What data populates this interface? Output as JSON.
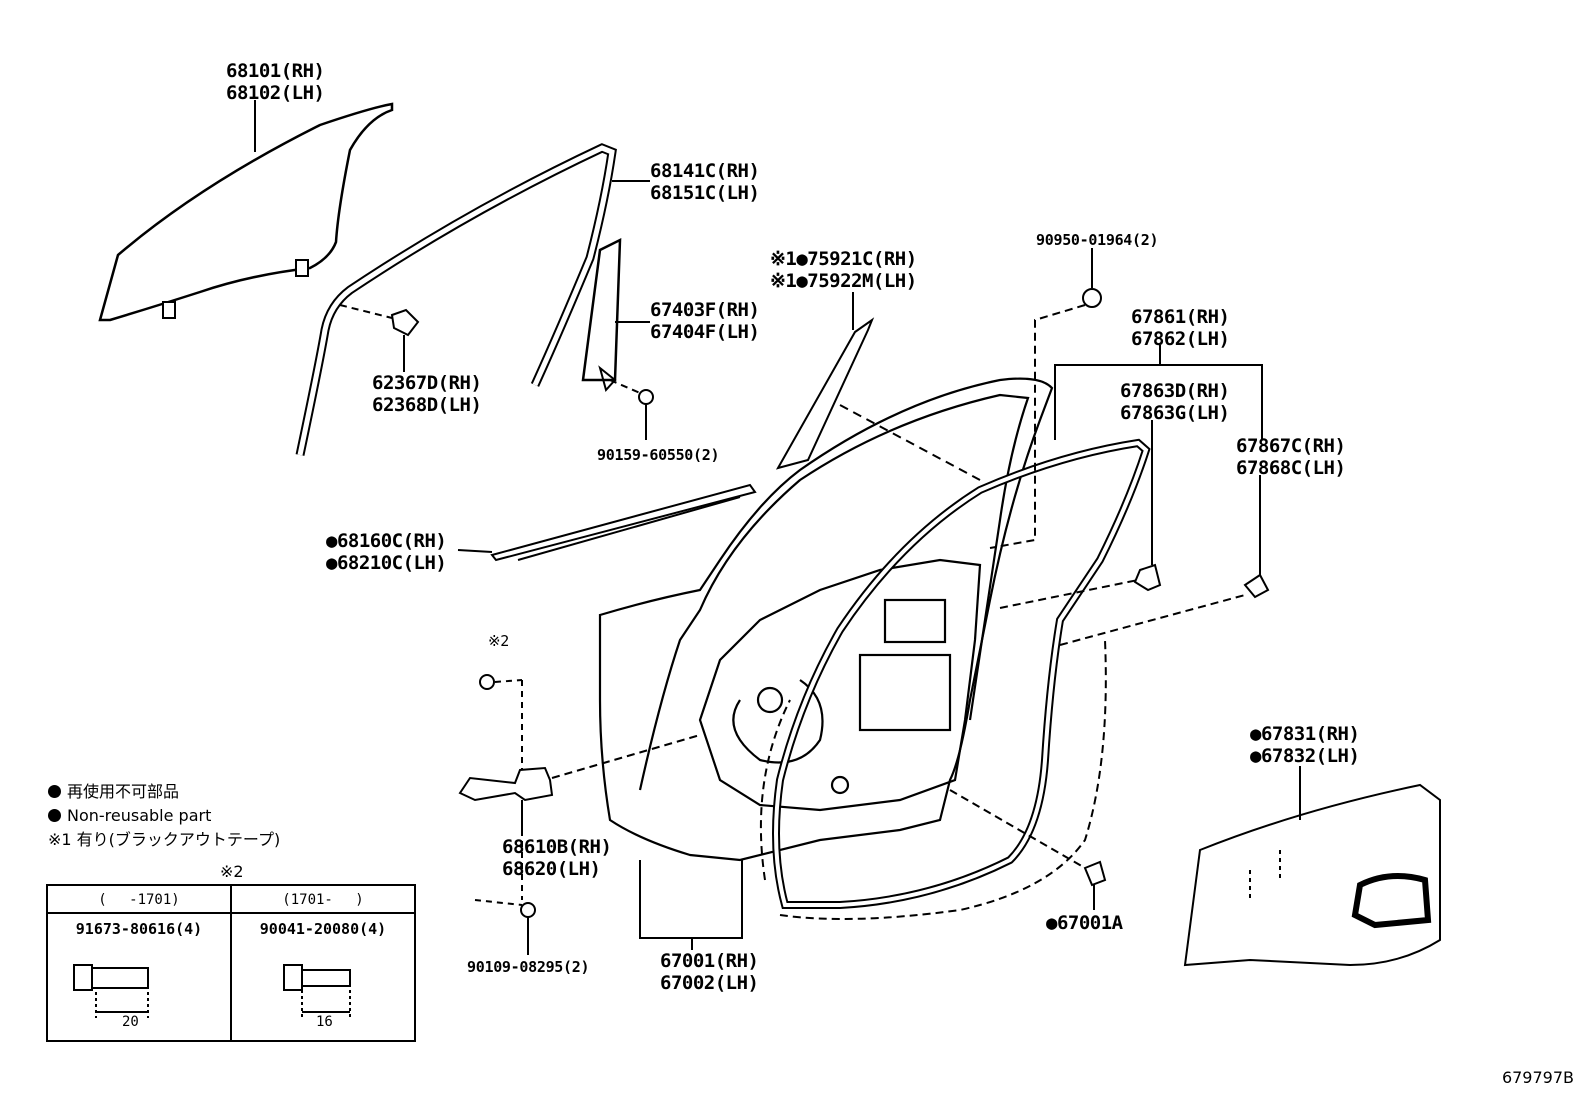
{
  "labels": {
    "l68101": [
      "68101(RH)",
      "68102(LH)"
    ],
    "l68141": [
      "68141C(RH)",
      "68151C(LH)"
    ],
    "l67403": [
      "67403F(RH)",
      "67404F(LH)"
    ],
    "l62367": [
      "62367D(RH)",
      "62368D(LH)"
    ],
    "l90159": "90159-60550(2)",
    "l75921": [
      "※1●75921C(RH)",
      "※1●75922M(LH)"
    ],
    "l90950": "90950-01964(2)",
    "l67861": [
      "67861(RH)",
      "67862(LH)"
    ],
    "l67863": [
      "67863D(RH)",
      "67863G(LH)"
    ],
    "l67867": [
      "67867C(RH)",
      "67868C(LH)"
    ],
    "l68160": [
      "●68160C(RH)",
      "●68210C(LH)"
    ],
    "lmark2a": "※2",
    "l67831": [
      "●67831(RH)",
      "●67832(LH)"
    ],
    "l68610": [
      "68610B(RH)",
      "68620(LH)"
    ],
    "l90109": "90109-08295(2)",
    "l67001": [
      "67001(RH)",
      "67002(LH)"
    ],
    "l67001A": "●67001A"
  },
  "legend": {
    "line1": "再使用不可部品",
    "line2": "Non-reusable part",
    "line3": "※1 有り(ブラックアウトテープ)"
  },
  "spec_table": {
    "mark": "※2",
    "col1_header": "(　 -1701)",
    "col2_header": "(1701-　 )",
    "col1_part": "91673-80616(4)",
    "col2_part": "90041-20080(4)",
    "col1_dim": "20",
    "col2_dim": "16"
  },
  "ref_code": "679797B"
}
